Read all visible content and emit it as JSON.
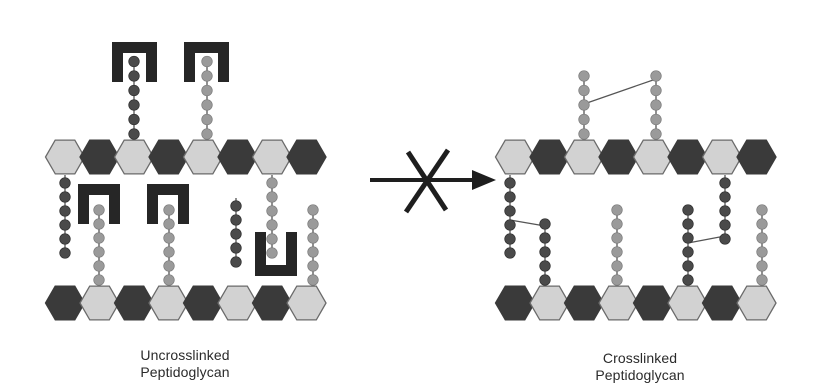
{
  "captions": {
    "uncrosslinked": {
      "line1": "Uncrosslinked",
      "line2": "Peptidoglycan"
    },
    "crosslinked": {
      "line1": "Crosslinked",
      "line2": "Peptidoglycan"
    }
  },
  "colors": {
    "background": "#ffffff",
    "sugar_light": "#d2d2d2",
    "sugar_dark": "#3a3a3a",
    "hex_outline": "#6a6a6a",
    "amino_light": "#9a9a9a",
    "amino_dark": "#4a4a4a",
    "stem_line": "#555555",
    "antibiotic_block": "#262626",
    "arrow": "#1e1e1e"
  },
  "icons": {
    "antibiotic": "antibiotic-u-block-icon",
    "inhibition": "blocked-arrow-icon"
  }
}
